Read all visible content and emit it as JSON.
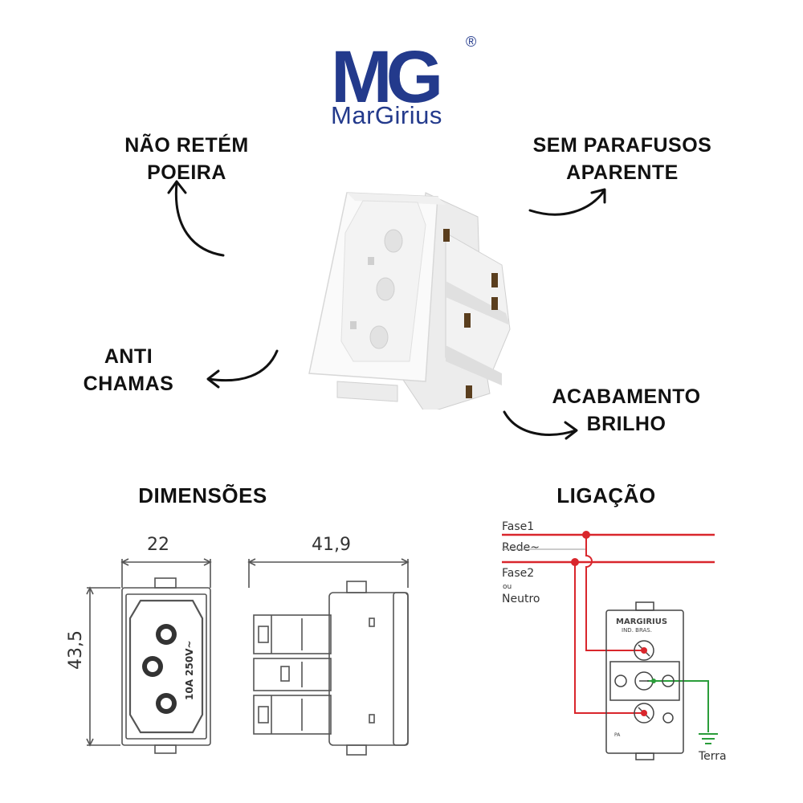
{
  "brand": {
    "monogram": "MG",
    "name": "MarGirius",
    "registered": "®",
    "color": "#233a8c"
  },
  "features": [
    {
      "line1": "NÃO RETÉM",
      "line2": "POEIRA"
    },
    {
      "line1": "SEM PARAFUSOS",
      "line2": "APARENTE"
    },
    {
      "line1": "ANTI",
      "line2": "CHAMAS"
    },
    {
      "line1": "ACABAMENTO",
      "line2": "BRILHO"
    }
  ],
  "sections": {
    "dimensions": {
      "title": "DIMENSÕES",
      "width": "22",
      "depth": "41,9",
      "height": "43,5",
      "rating": "10A 250V~"
    },
    "wiring": {
      "title": "LIGAÇÃO",
      "fase1": "Fase1",
      "rede": "Rede~",
      "fase2": "Fase2",
      "ou": "ou",
      "neutro": "Neutro",
      "terra": "Terra",
      "device_brand": "MARGIRIUS",
      "device_origin": "IND. BRAS.",
      "device_mark": "PA",
      "line_color": "#d9262c",
      "ground_color": "#2a9d3a"
    }
  }
}
